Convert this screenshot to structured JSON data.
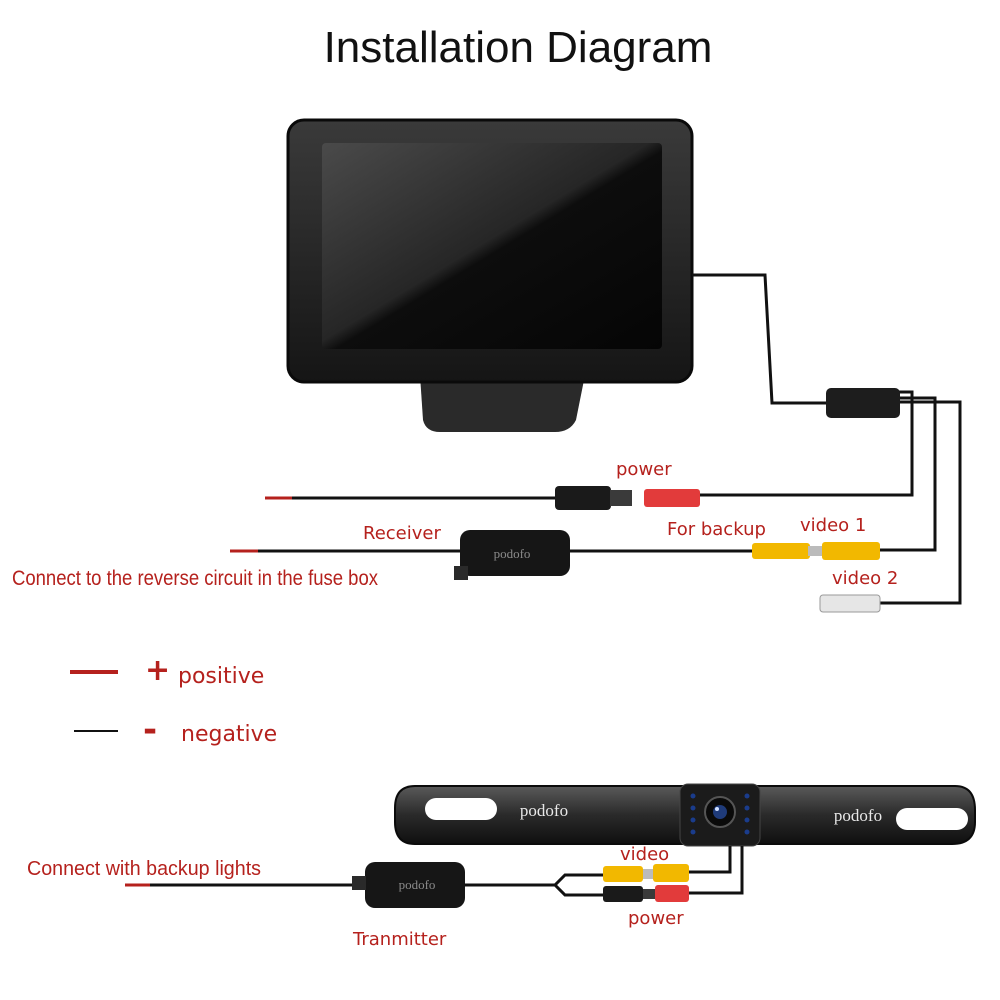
{
  "title": "Installation Diagram",
  "labels": {
    "power_top": "power",
    "receiver": "Receiver",
    "for_backup": "For backup",
    "video1": "video 1",
    "video2": "video 2",
    "reverse_circuit": "Connect to the reverse circuit in the  fuse box",
    "backup_lights": "Connect with backup lights",
    "transmitter": "Tranmitter",
    "video_bottom": "video",
    "power_bottom": "power"
  },
  "legend": {
    "positive_symbol": "+",
    "positive_label": "positive",
    "negative_symbol": "-",
    "negative_label": "negative"
  },
  "brand": {
    "receiver_box": "podofo",
    "transmitter_box": "podofo",
    "camera_left": "podofo",
    "camera_right": "podofo"
  },
  "colors": {
    "accent_red": "#b5211d",
    "wire": "#111111",
    "rca_yellow": "#f2b800",
    "rca_red": "#e23b3b"
  }
}
